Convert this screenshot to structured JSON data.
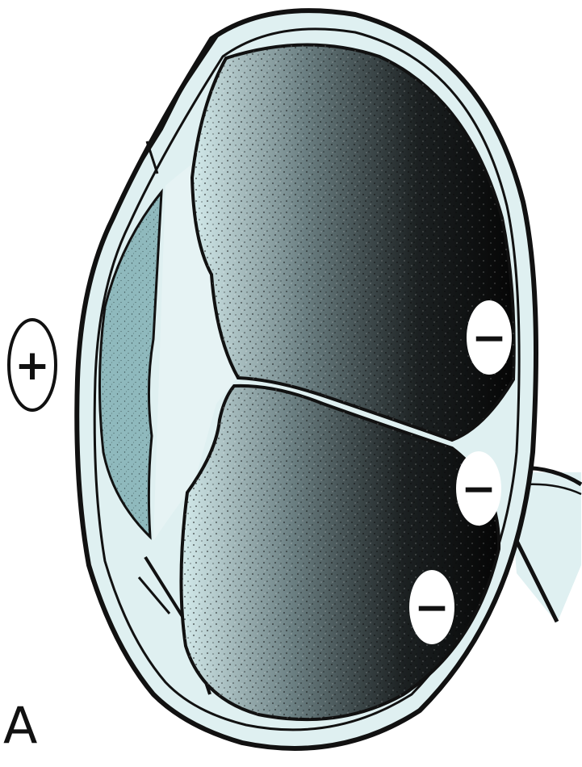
{
  "figure": {
    "panel_label": "A",
    "charges": {
      "cornea_side": "+",
      "retina_side": [
        "−",
        "−",
        "−"
      ]
    },
    "colors": {
      "background": "#ffffff",
      "outline": "#111111",
      "sclera_fill": "#dff0f1",
      "cornea_fill": "#8fb9bd",
      "vitreous_light": "#cfe6e8",
      "vitreous_dark": "#0c0c0c",
      "charge_fill": "#ffffff"
    },
    "structures": [
      "cornea",
      "anterior-chamber",
      "vitreous-upper",
      "vitreous-lower",
      "sclera",
      "optic-nerve"
    ]
  }
}
